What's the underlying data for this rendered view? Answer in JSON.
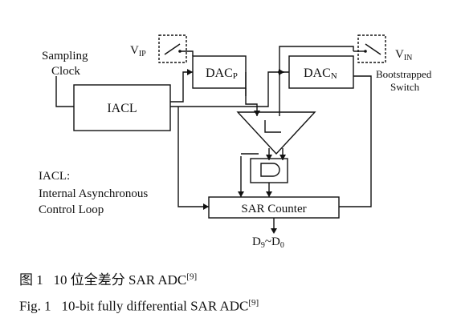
{
  "labels": {
    "sampling_clock_line1": "Sampling",
    "sampling_clock_line2": "Clock",
    "iacl_block": "IACL",
    "dacp_main": "DAC",
    "dacp_sub": "P",
    "dacn_main": "DAC",
    "dacn_sub": "N",
    "vip_main": "V",
    "vip_sub": "IP",
    "vin_main": "V",
    "vin_sub": "IN",
    "bootstrapped_line1": "Bootstrapped",
    "bootstrapped_line2": "Switch",
    "iacl_desc_line1": "IACL:",
    "iacl_desc_line2": "Internal Asynchronous",
    "iacl_desc_line3": "Control Loop",
    "sar_counter": "SAR Counter",
    "output_d9": "D",
    "output_d9_sub": "9",
    "output_tilde": "~",
    "output_d0": "D",
    "output_d0_sub": "0"
  },
  "captions": {
    "zh_prefix": "图 1",
    "zh_text": "10 位全差分 SAR ADC",
    "zh_ref": "[9]",
    "en_prefix": "Fig. 1",
    "en_text": "10-bit fully differential SAR ADC",
    "en_ref": "[9]"
  }
}
